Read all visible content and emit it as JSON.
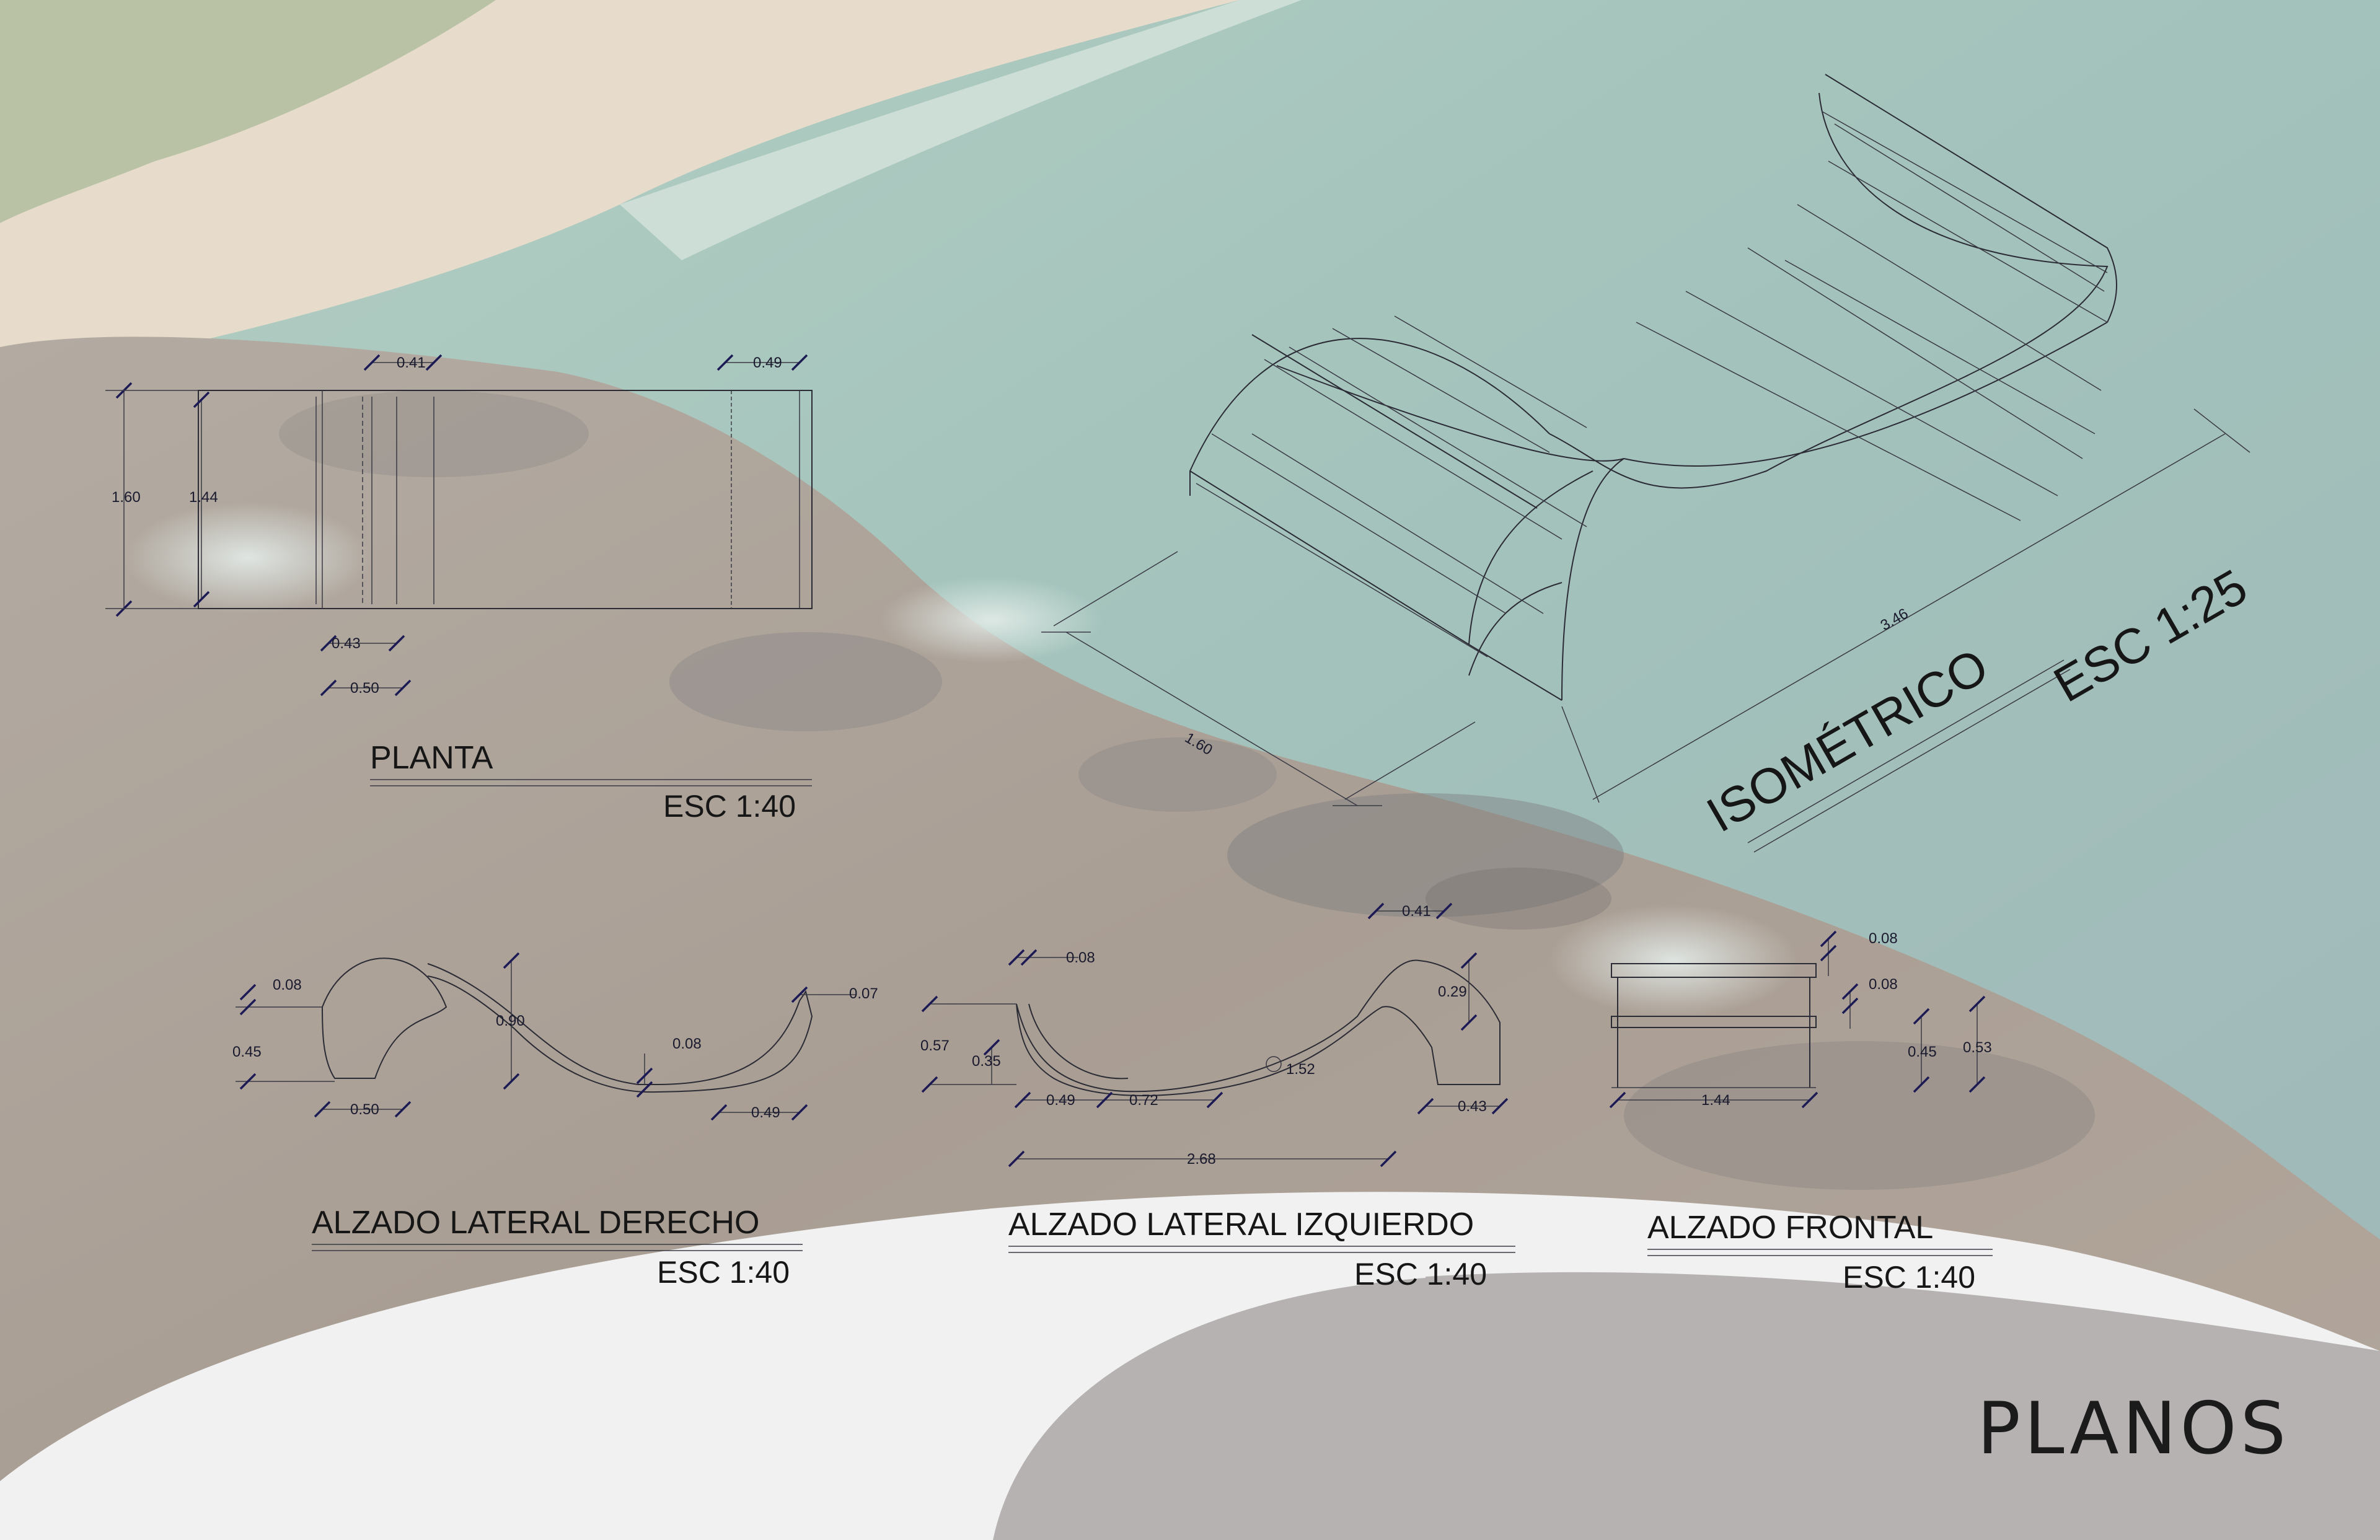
{
  "sheet": {
    "heading": "PLANOS",
    "views": {
      "planta": {
        "title": "PLANTA",
        "scale": "ESC 1:40"
      },
      "isometrico": {
        "title": "ISOMÉTRICO",
        "scale": "ESC 1:25"
      },
      "alzado_derecho": {
        "title": "ALZADO LATERAL DERECHO",
        "scale": "ESC 1:40"
      },
      "alzado_izquierdo": {
        "title": "ALZADO LATERAL IZQUIERDO",
        "scale": "ESC 1:40"
      },
      "alzado_frontal": {
        "title": "ALZADO FRONTAL",
        "scale": "ESC 1:40"
      }
    },
    "dims": {
      "planta": {
        "w041": "0.41",
        "w049": "0.49",
        "h160": "1.60",
        "h144": "1.44",
        "w043": "0.43",
        "w050": "0.50"
      },
      "iso": {
        "len": "3.46",
        "wid": "1.60"
      },
      "derecho": {
        "d008a": "0.08",
        "d007": "0.07",
        "d090": "0.90",
        "d045": "0.45",
        "d008b": "0.08",
        "d050": "0.50",
        "d049": "0.49"
      },
      "izquierdo": {
        "d008": "0.08",
        "d041": "0.41",
        "d029": "0.29",
        "d057": "0.57",
        "d035": "0.35",
        "d049": "0.49",
        "d072": "0.72",
        "d152": "1.52",
        "d043": "0.43",
        "d268": "2.68"
      },
      "frontal": {
        "d008a": "0.08",
        "d008b": "0.08",
        "d045": "0.45",
        "d053": "0.53",
        "d144": "1.44"
      }
    }
  }
}
